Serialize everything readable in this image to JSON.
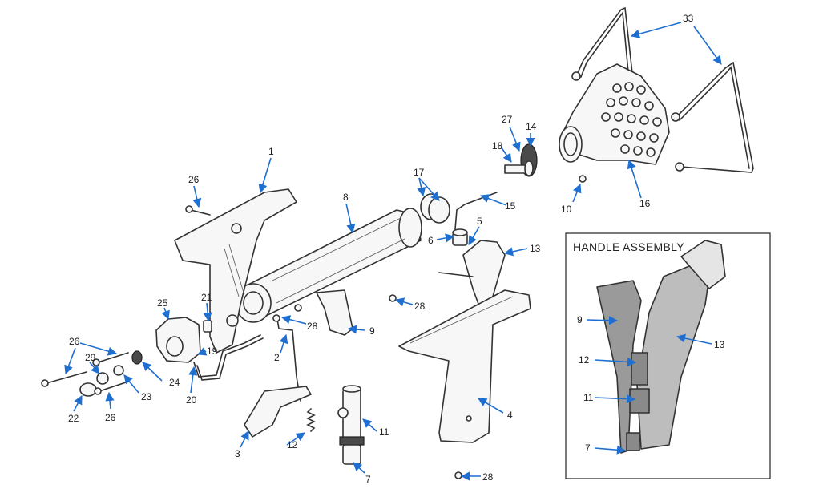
{
  "inset": {
    "title": "HANDLE ASSEMBLY"
  },
  "callouts": {
    "c1": "1",
    "c2": "2",
    "c3": "3",
    "c4": "4",
    "c5": "5",
    "c6": "6",
    "c7": "7",
    "c8": "8",
    "c9": "9",
    "c10": "10",
    "c11": "11",
    "c12": "12",
    "c13": "13",
    "c14": "14",
    "c15": "15",
    "c16": "16",
    "c17": "17",
    "c18": "18",
    "c19": "19",
    "c20": "20",
    "c21": "21",
    "c22": "22",
    "c23": "23",
    "c24": "24",
    "c25": "25",
    "c26a": "26",
    "c26b": "26",
    "c26c": "26",
    "c27": "27",
    "c28a": "28",
    "c28b": "28",
    "c28c": "28",
    "c29": "29",
    "c33": "33",
    "i9": "9",
    "i12": "12",
    "i11": "11",
    "i7": "7",
    "i13": "13"
  },
  "colors": {
    "leader": "#1f6fd1",
    "line": "#333333"
  }
}
